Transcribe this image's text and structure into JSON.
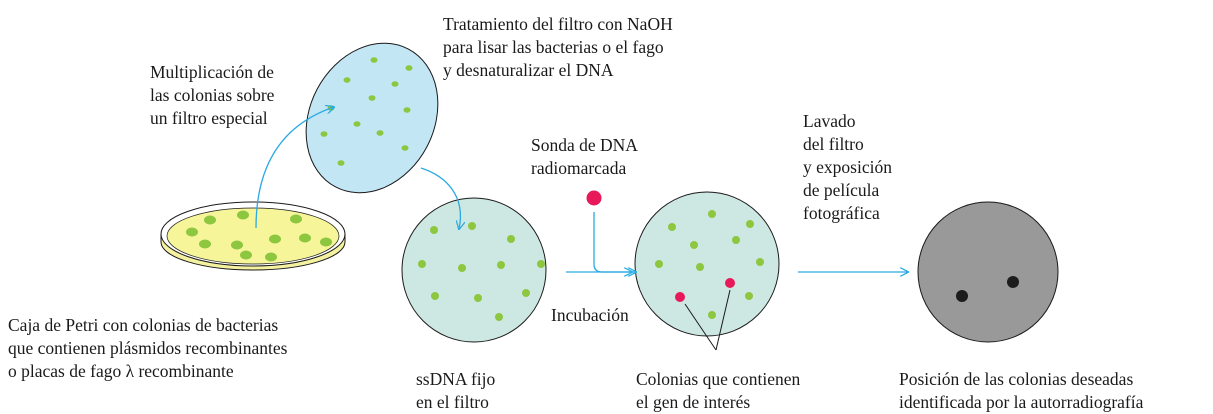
{
  "labels": {
    "petri": [
      "Caja de Petri con colonias de bacterias",
      "que contienen plásmidos recombinantes",
      "o placas de fago λ recombinante"
    ],
    "multiplication": [
      "Multiplicación de",
      "las colonias sobre",
      "un filtro especial"
    ],
    "treatment": [
      "Tratamiento del filtro con NaOH",
      "para lisar las bacterias o el fago",
      "y desnaturalizar el DNA"
    ],
    "ssdna": [
      "ssDNA fijo",
      "en el filtro"
    ],
    "probe": [
      "Sonda de DNA",
      "radiomarcada"
    ],
    "incubation": "Incubación",
    "wash": [
      "Lavado",
      "del filtro",
      "y exposición",
      "de película",
      "fotográfica"
    ],
    "colonies_gene": [
      "Colonias que contienen",
      "el gen de interés"
    ],
    "position": [
      "Posición de las colonias deseadas",
      "identificada por la autorradiografía"
    ]
  },
  "colors": {
    "arrow": "#29aae1",
    "colony_green": "#8dc63f",
    "petri_fill": "#f7f59a",
    "filter_tint": "#c3e6f5",
    "ssdna_fill": "#cde8e2",
    "probe_red": "#e8195a",
    "film_gray": "#999999",
    "spot_black": "#1c1c1c"
  }
}
